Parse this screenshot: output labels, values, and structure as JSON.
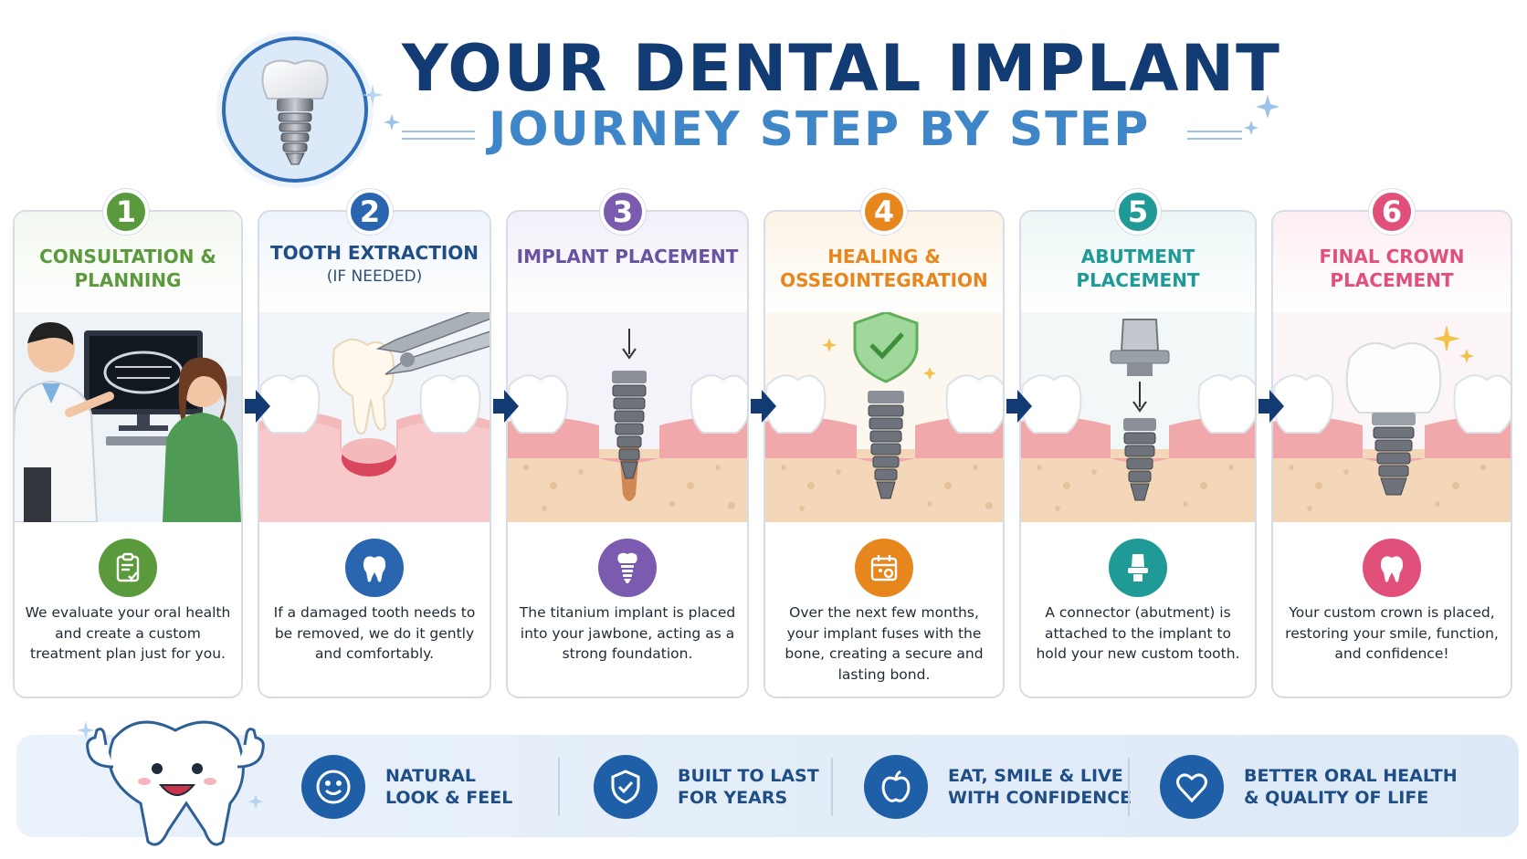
{
  "header": {
    "title_line1": "YOUR DENTAL IMPLANT",
    "title_line2": "JOURNEY STEP BY STEP"
  },
  "steps": [
    {
      "number": "1",
      "title": "CONSULTATION & PLANNING",
      "subtitle": "",
      "color": "#5a9a3c",
      "icon": "clipboard-check-icon",
      "description": "We evaluate your oral health and create a custom treatment plan just for you."
    },
    {
      "number": "2",
      "title": "TOOTH EXTRACTION",
      "subtitle": "(IF NEEDED)",
      "color": "#2a66b0",
      "icon": "tooth-icon",
      "description": "If a damaged tooth needs to be removed, we do it gently and comfortably."
    },
    {
      "number": "3",
      "title": "IMPLANT PLACEMENT",
      "subtitle": "",
      "color": "#7a5bb0",
      "icon": "implant-icon",
      "description": "The titanium implant is placed into your jawbone, acting as a strong foundation."
    },
    {
      "number": "4",
      "title": "HEALING & OSSEOINTEGRATION",
      "subtitle": "",
      "color": "#e8861e",
      "icon": "calendar-icon",
      "description": "Over the next few months, your implant fuses with the bone, creating a secure and lasting bond."
    },
    {
      "number": "5",
      "title": "ABUTMENT PLACEMENT",
      "subtitle": "",
      "color": "#1f9a96",
      "icon": "abutment-icon",
      "description": "A connector (abutment) is attached to the implant to hold your new custom tooth."
    },
    {
      "number": "6",
      "title": "FINAL CROWN PLACEMENT",
      "subtitle": "",
      "color": "#e0507a",
      "icon": "tooth-icon",
      "description": "Your custom crown is placed, restoring your smile, function, and confidence!"
    }
  ],
  "benefits": [
    {
      "line1": "NATURAL",
      "line2": "LOOK & FEEL",
      "icon": "smile-icon"
    },
    {
      "line1": "BUILT TO LAST",
      "line2": "FOR YEARS",
      "icon": "shield-check-icon"
    },
    {
      "line1": "EAT, SMILE & LIVE",
      "line2": "WITH CONFIDENCE",
      "icon": "apple-icon"
    },
    {
      "line1": "BETTER ORAL HEALTH",
      "line2": "& QUALITY OF LIFE",
      "icon": "heart-icon"
    }
  ],
  "colors": {
    "navy": "#123a73",
    "accent_blue": "#3f86c8",
    "gum": "#f2b3b3",
    "bone": "#f5dcc0"
  }
}
